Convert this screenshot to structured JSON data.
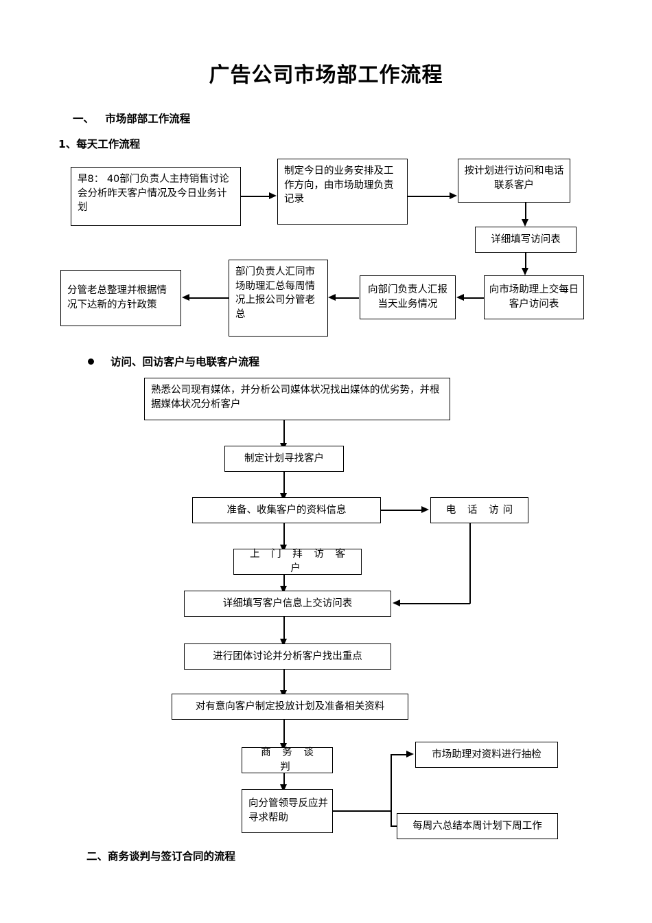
{
  "document": {
    "title": "广告公司市场部工作流程",
    "section_1_heading": "一、   市场部部工作流程",
    "section_1_sub_heading": "1、每天工作流程",
    "bullet_heading": "访问、回访客户与电联客户流程",
    "section_2_heading": "二、商务谈判与签订合同的流程"
  },
  "daily_flow": {
    "boxes": [
      {
        "id": "morning-meeting",
        "text": "早8： 40部门负责人主持销售讨论会分析昨天客户情况及今日业务计划"
      },
      {
        "id": "plan-today",
        "text": "制定今日的业务安排及工作方向，由市场助理负责记录"
      },
      {
        "id": "visit-and-call",
        "text": "按计划进行访问和电话联系客户"
      },
      {
        "id": "fill-visit-form",
        "text": "详细填写访问表"
      },
      {
        "id": "submit-daily-form",
        "text": "向市场助理上交每日客户访问表"
      },
      {
        "id": "report-to-manager",
        "text": "向部门负责人汇报当天业务情况"
      },
      {
        "id": "weekly-summary-report",
        "text": "部门负责人汇同市场助理汇总每周情况上报公司分管老总"
      },
      {
        "id": "boss-new-policy",
        "text": "分管老总整理并根据情况下达新的方针政策"
      }
    ]
  },
  "visit_flow": {
    "boxes": [
      {
        "id": "know-media",
        "text": "熟悉公司现有媒体，并分析公司媒体状况找出媒体的优劣势，并根据媒体状况分析客户"
      },
      {
        "id": "plan-find-client",
        "text": "制定计划寻找客户"
      },
      {
        "id": "collect-client-info",
        "text": "准备、收集客户的资料信息"
      },
      {
        "id": "phone-visit",
        "text": "电 话 访问"
      },
      {
        "id": "door-visit",
        "text": "上 门 拜 访 客 户"
      },
      {
        "id": "fill-client-form",
        "text": "详细填写客户信息上交访问表"
      },
      {
        "id": "group-discussion",
        "text": "进行团体讨论并分析客户找出重点"
      },
      {
        "id": "make-placement-plan",
        "text": "对有意向客户制定投放计划及准备相关资料"
      },
      {
        "id": "business-negotiation",
        "text": "商 务 谈 判"
      },
      {
        "id": "seek-leader-help",
        "text": "向分管领导反应并寻求帮助"
      },
      {
        "id": "assistant-spot-check",
        "text": "市场助理对资料进行抽检"
      },
      {
        "id": "saturday-summary",
        "text": "每周六总结本周计划下周工作"
      }
    ]
  }
}
